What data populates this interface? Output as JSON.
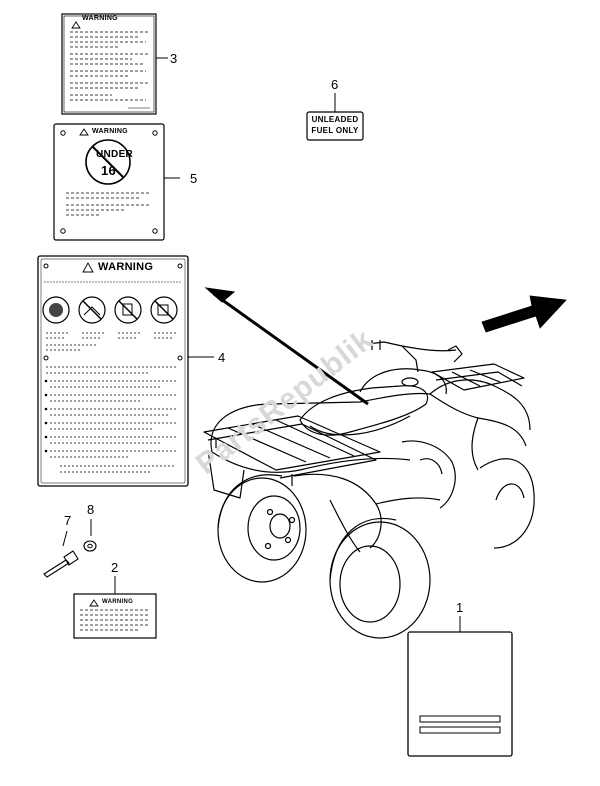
{
  "watermark": "PartsRepublik",
  "labels": {
    "label3": {
      "title": "WARNING",
      "callout": "3"
    },
    "label5": {
      "title": "WARNING",
      "callout": "5",
      "sign_line1": "UNDER",
      "sign_line2": "16"
    },
    "label4": {
      "title": "WARNING",
      "callout": "4"
    },
    "label6": {
      "line1": "UNLEADED",
      "line2": "FUEL ONLY",
      "callout": "6"
    },
    "label2": {
      "title": "WARNING",
      "callout": "2"
    },
    "label1": {
      "callout": "1"
    }
  },
  "parts": {
    "rivet": {
      "callout": "7"
    },
    "washer": {
      "callout": "8"
    }
  },
  "colors": {
    "line": "#000000",
    "watermark": "#d8d8d8",
    "background": "#ffffff"
  }
}
